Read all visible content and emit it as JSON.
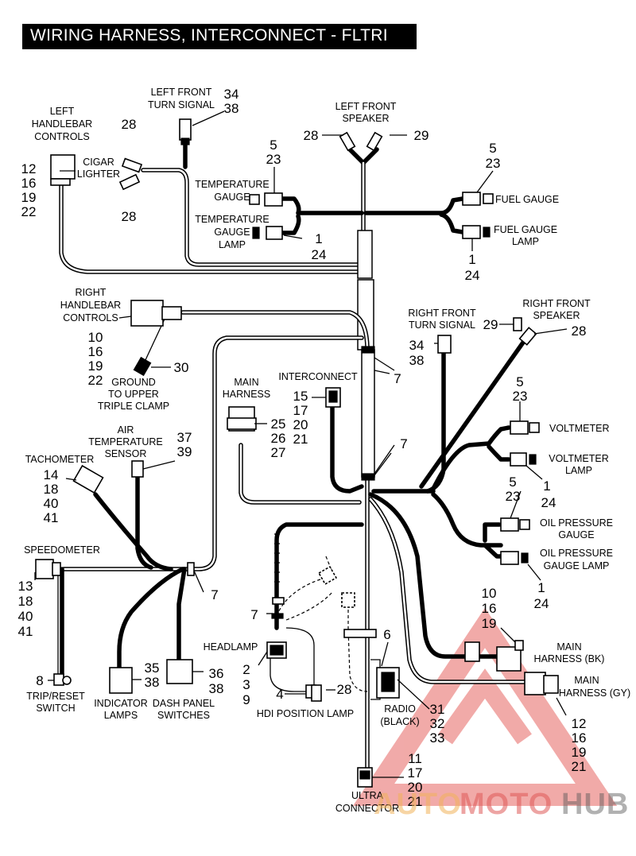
{
  "title": "WIRING HARNESS, INTERCONNECT - FLTRI",
  "labels": {
    "left_handlebar": [
      "LEFT",
      "HANDLEBAR",
      "CONTROLS"
    ],
    "left_handlebar_nums": [
      "12",
      "16",
      "19",
      "22"
    ],
    "cigar_lighter": [
      "CIGAR",
      "LIGHTER"
    ],
    "cigar_top_num": "28",
    "cigar_bottom_num": "28",
    "left_front_turn": [
      "LEFT FRONT",
      "TURN SIGNAL"
    ],
    "left_front_turn_nums": [
      "34",
      "38"
    ],
    "left_front_speaker": [
      "LEFT FRONT",
      "SPEAKER"
    ],
    "left_speaker_nums": [
      "28",
      "29"
    ],
    "temp_gauge": [
      "TEMPERATURE",
      "GAUGE"
    ],
    "temp_gauge_nums": [
      "5",
      "23"
    ],
    "temp_gauge_lamp": [
      "TEMPERATURE",
      "GAUGE",
      "LAMP"
    ],
    "temp_lamp_nums": [
      "1",
      "24"
    ],
    "fuel_gauge": "FUEL GAUGE",
    "fuel_gauge_nums": [
      "5",
      "23"
    ],
    "fuel_gauge_lamp": [
      "FUEL GAUGE",
      "LAMP"
    ],
    "fuel_lamp_nums": [
      "1",
      "24"
    ],
    "right_handlebar": [
      "RIGHT",
      "HANDLEBAR",
      "CONTROLS"
    ],
    "right_handlebar_nums": [
      "10",
      "16",
      "19",
      "22"
    ],
    "ground": [
      "GROUND",
      "TO UPPER",
      "TRIPLE CLAMP"
    ],
    "ground_num": "30",
    "right_front_turn": [
      "RIGHT FRONT",
      "TURN SIGNAL"
    ],
    "right_front_turn_nums": [
      "34",
      "38"
    ],
    "right_front_speaker": [
      "RIGHT FRONT",
      "SPEAKER"
    ],
    "right_speaker_nums": [
      "29",
      "28"
    ],
    "main_harness": [
      "MAIN",
      "HARNESS"
    ],
    "main_harness_nums": [
      "25",
      "26",
      "27"
    ],
    "interconnect": "INTERCONNECT",
    "interconnect_nums": [
      "15",
      "17",
      "20",
      "21"
    ],
    "clip_nums": [
      "7",
      "7",
      "7",
      "7"
    ],
    "voltmeter": "VOLTMETER",
    "voltmeter_nums": [
      "5",
      "23"
    ],
    "voltmeter_lamp": [
      "VOLTMETER",
      "LAMP"
    ],
    "voltmeter_lamp_nums": [
      "1",
      "24"
    ],
    "air_temp": [
      "AIR",
      "TEMPERATURE",
      "SENSOR"
    ],
    "air_temp_nums": [
      "37",
      "39"
    ],
    "tachometer": "TACHOMETER",
    "tach_nums": [
      "14",
      "18",
      "40",
      "41"
    ],
    "oil_pressure": [
      "OIL PRESSURE",
      "GAUGE"
    ],
    "oil_pressure_nums": [
      "5",
      "23"
    ],
    "oil_pressure_lamp": [
      "OIL PRESSURE",
      "GAUGE LAMP"
    ],
    "oil_lamp_nums": [
      "1",
      "24"
    ],
    "speedometer": "SPEEDOMETER",
    "speedo_nums": [
      "13",
      "18",
      "40",
      "41"
    ],
    "main_harness_bk": [
      "MAIN",
      "HARNESS (BK)"
    ],
    "main_bk_nums": [
      "10",
      "16",
      "19"
    ],
    "main_harness_gy": [
      "MAIN",
      "HARNESS (GY)"
    ],
    "main_gy_nums": [
      "12",
      "16",
      "19",
      "21"
    ],
    "headlamp": "HEADLAMP",
    "headlamp_nums": [
      "2",
      "3",
      "9"
    ],
    "hdi_position": "HDI POSITION LAMP",
    "hdi_nums": [
      "4",
      "28"
    ],
    "radio": [
      "RADIO",
      "(BLACK)"
    ],
    "radio_nums": [
      "31",
      "32",
      "33"
    ],
    "radio_clip_num": "6",
    "trip_reset": [
      "TRIP/RESET",
      "SWITCH"
    ],
    "trip_num": "8",
    "indicator": [
      "INDICATOR",
      "LAMPS"
    ],
    "indicator_nums": [
      "35",
      "38"
    ],
    "dash_panel": [
      "DASH PANEL",
      "SWITCHES"
    ],
    "dash_nums": [
      "36",
      "38"
    ],
    "ultra": [
      "ULTRA",
      "CONNECTOR"
    ],
    "ultra_nums": [
      "11",
      "17",
      "20",
      "21"
    ]
  },
  "watermark": {
    "part1": "AUTO",
    "part2": "MOTO",
    "part3": "HUB"
  },
  "colors": {
    "title_bg": "#000000",
    "watermark_red": "#e05a58",
    "watermark_orange": "#f2b35a"
  }
}
